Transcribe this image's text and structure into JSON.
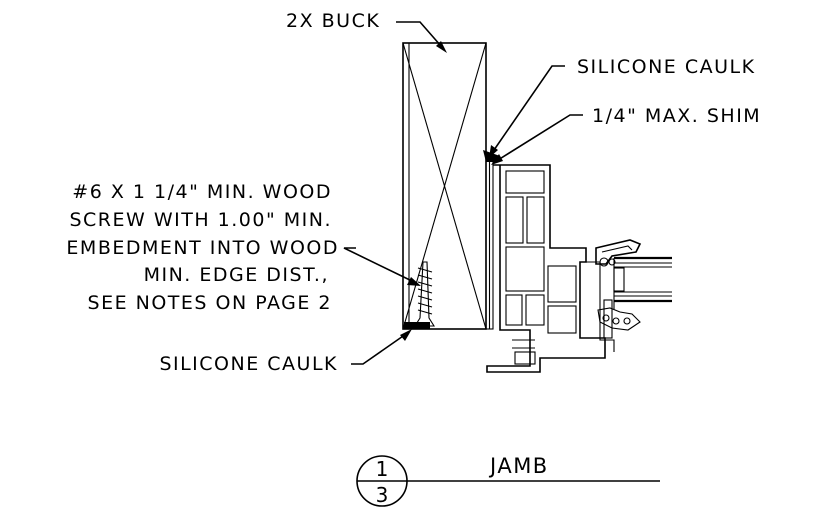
{
  "callouts": {
    "buck": "2X BUCK",
    "caulk_top": "SILICONE CAULK",
    "shim": "1/4\" MAX. SHIM",
    "screw_lines": [
      "#6 X 1 1/4\" MIN. WOOD",
      "SCREW WITH 1.00\" MIN.",
      "EMBEDMENT INTO WOOD",
      "MIN. EDGE DIST.,",
      "SEE NOTES ON PAGE 2"
    ],
    "caulk_bottom": "SILICONE CAULK"
  },
  "section_marker": {
    "detail_number": "1",
    "sheet_number": "3",
    "title": "JAMB"
  }
}
